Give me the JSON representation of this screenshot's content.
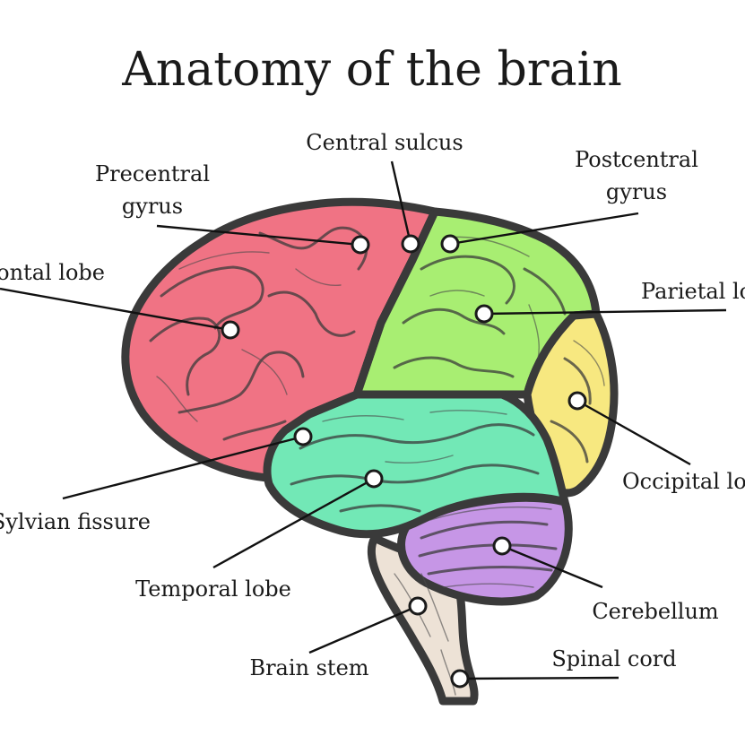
{
  "title": "Anatomy of the brain",
  "colors": {
    "frontal": "#f07384",
    "parietal": "#a8ee72",
    "occipital": "#f7e880",
    "temporal": "#72e8b6",
    "cerebellum": "#c696e6",
    "stem": "#ede2d6",
    "outline": "#3a3a3a"
  },
  "labels": {
    "central_sulcus": "Central sulcus",
    "precentral_1": "Precentral",
    "precentral_2": "gyrus",
    "postcentral_1": "Postcentral",
    "postcentral_2": "gyrus",
    "frontal": "Frontal lobe",
    "parietal": "Parietal lobe",
    "occipital": "Occipital lobe",
    "sylvian": "Sylvian fissure",
    "temporal": "Temporal lobe",
    "cerebellum": "Cerebellum",
    "brain_stem": "Brain stem",
    "spinal_cord": "Spinal cord"
  }
}
